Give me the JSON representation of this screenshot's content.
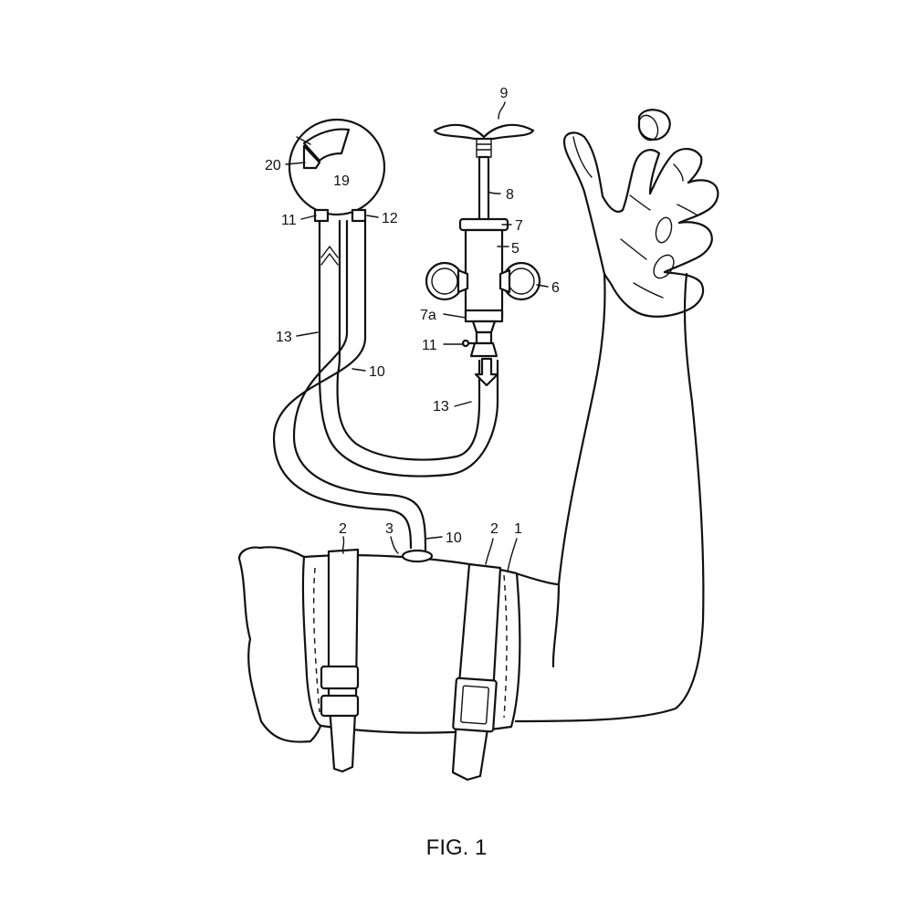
{
  "figure": {
    "caption": "FIG. 1",
    "labels": {
      "cuff": "1",
      "strap_left": "2",
      "strap_right": "2",
      "cuff_port": "3",
      "pump_cylinder": "5",
      "finger_ring": "6",
      "cylinder_top_cap": "7",
      "cylinder_bottom_cap": "7a",
      "plunger_rod": "8",
      "plunger_handle": "9",
      "cuff_tube_upper": "10",
      "cuff_tube_lower": "10",
      "gauge_valve": "11",
      "pump_valve": "11",
      "gauge_port": "12",
      "gauge_tube": "13",
      "pump_tube": "13",
      "gauge_dial": "19",
      "gauge_scale": "20"
    }
  }
}
